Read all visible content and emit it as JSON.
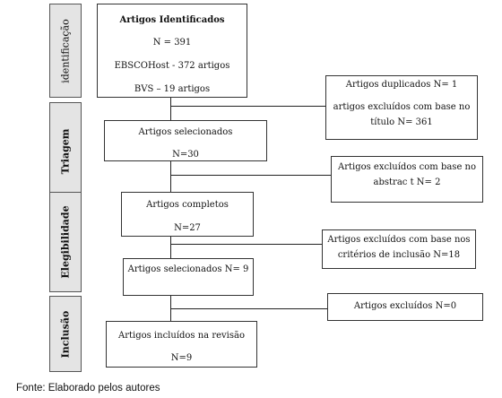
{
  "phases": [
    {
      "id": "identificacao",
      "label": "identificação",
      "bold": false
    },
    {
      "id": "triagem",
      "label": "Triagem",
      "bold": true
    },
    {
      "id": "elegibilidade",
      "label": "Elegibilidade",
      "bold": true
    },
    {
      "id": "inclusao",
      "label": "Inclusão",
      "bold": true
    }
  ],
  "boxes": {
    "identified": {
      "lines": [
        "Artigos Identificados",
        "N = 391",
        "EBSCOHost - 372 artigos",
        "BVS – 19 artigos"
      ]
    },
    "duplicates": {
      "lines": [
        "Artigos duplicados N= 1",
        "artigos excluídos com base no",
        "título N= 361"
      ]
    },
    "selected": {
      "lines": [
        "Artigos selecionados",
        "N=30"
      ]
    },
    "excluded_abstract": {
      "lines": [
        "Artigos excluídos com base no",
        "abstrac t N= 2"
      ]
    },
    "complete": {
      "lines": [
        "Artigos completos",
        "N=27"
      ]
    },
    "excluded_criteria": {
      "lines": [
        "Artigos excluídos com base nos",
        "critérios de inclusão N=18"
      ]
    },
    "selected_final": {
      "lines": [
        "Artigos selecionados N= 9"
      ]
    },
    "excluded_final": {
      "lines": [
        "Artigos excluídos N=0"
      ]
    },
    "included": {
      "lines": [
        "Artigos incluídos na revisão",
        "N=9"
      ]
    }
  },
  "caption": "Fonte: Elaborado pelos autores"
}
